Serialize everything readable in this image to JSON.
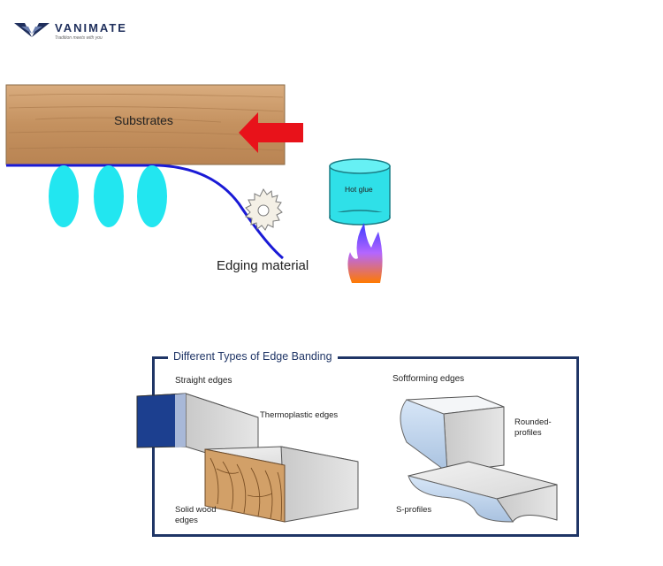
{
  "logo": {
    "name": "VANIMATE",
    "tagline": "Tradition meets with you"
  },
  "diagram": {
    "substrates_label": "Substrates",
    "hot_glue_label": "Hot glue",
    "edging_label": "Edging material"
  },
  "panel": {
    "title": "Different Types of Edge Banding",
    "straight_heading": "Straight edges",
    "softforming_heading": "Softforming edges",
    "thermoplastic_label": "Thermoplastic edges",
    "solid_wood_label": [
      "Solid wood",
      "edges"
    ],
    "rounded_label": [
      "Rounded-",
      "profiles"
    ],
    "sprofiles_label": "S-profiles"
  },
  "colors": {
    "wood": "#c99a6a",
    "arrow": "#e8121a",
    "roller": "#22e6f0",
    "edge_line": "#1a1ad6",
    "glue_pot": "#2fe0e8",
    "frame": "#1f3566",
    "thermo_blue": "#1c3f8f"
  }
}
